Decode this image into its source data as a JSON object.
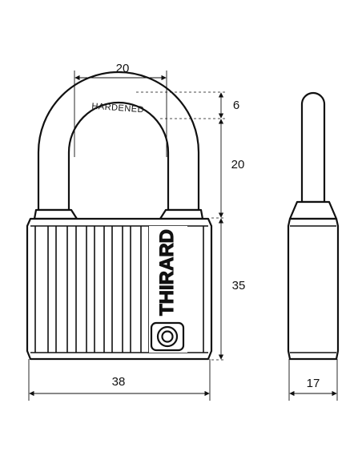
{
  "dimensions": {
    "shackle_inner_width": "20",
    "shackle_thickness": "6",
    "shackle_clearance": "20",
    "body_height": "35",
    "body_width": "38",
    "side_thickness": "17"
  },
  "engravings": {
    "shackle_stamp": "HARDENED",
    "brand": "THIRARD"
  },
  "colors": {
    "line": "#111111",
    "background": "#ffffff"
  }
}
